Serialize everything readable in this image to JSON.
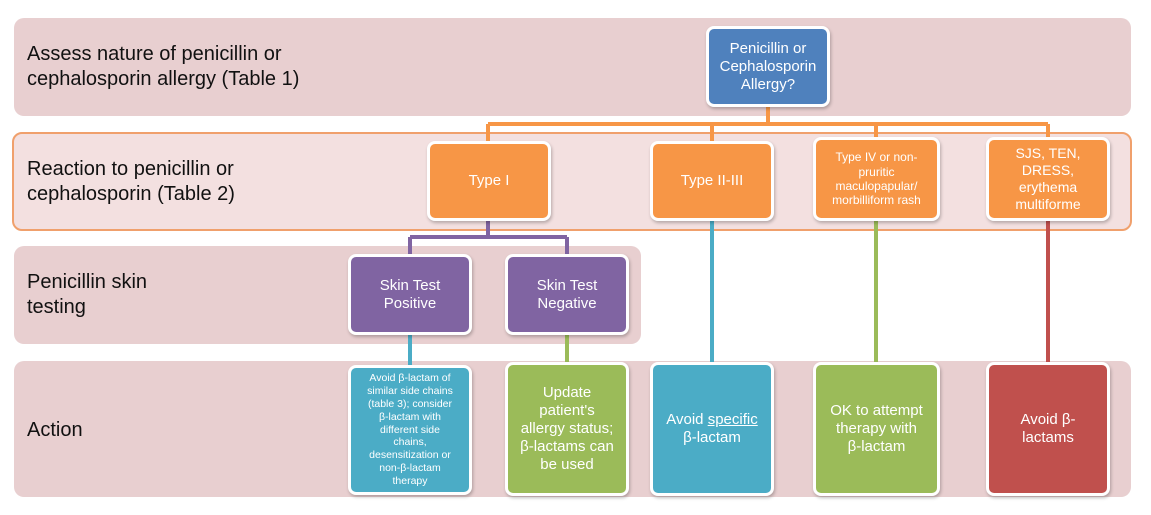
{
  "colors": {
    "blue": "#4f81bd",
    "orange": "#f79646",
    "purple": "#8064a2",
    "teal": "#4bacc6",
    "green": "#9bbb59",
    "red": "#c0504d"
  },
  "rows": [
    {
      "label": "Assess nature of penicillin or\ncephalosporin allergy (Table 1)"
    },
    {
      "label": "Reaction to penicillin or\ncephalosporin (Table 2)"
    },
    {
      "label": "Penicillin skin\ntesting"
    },
    {
      "label": "Action"
    }
  ],
  "nodes": {
    "start": "Penicillin or\nCephalosporin\nAllergy?",
    "type1": "Type I",
    "type2_3": "Type II-III",
    "type4": "Type IV or  non-\npruritic\nmaculopapular/\nmorbilliform rash",
    "sjs": "SJS, TEN,\nDRESS,\nerythema\nmultiforme",
    "skin_pos": "Skin Test\nPositive",
    "skin_neg": "Skin Test\nNegative",
    "action_pos": "Avoid β-lactam of\nsimilar side chains\n(table 3); consider\nβ-lactam  with\ndifferent side\nchains,\ndesensitization or\nnon-β-lactam\ntherapy",
    "action_neg": "Update\npatient's\nallergy status;\nβ-lactams can\nbe used",
    "action_type23": {
      "prefix": "Avoid ",
      "emphasis": "specific",
      "suffix": "\nβ-lactam"
    },
    "action_type4": "OK to attempt\ntherapy with\nβ-lactam",
    "action_sjs": "Avoid β-\nlactams"
  }
}
